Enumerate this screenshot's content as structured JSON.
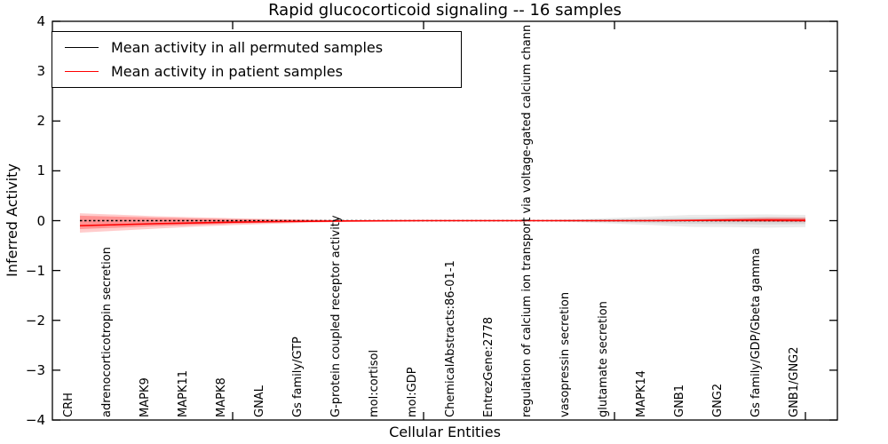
{
  "title": "Rapid glucocorticoid signaling -- 16 samples",
  "axes": {
    "x_label": "Cellular Entities",
    "y_label": "Inferred Activity",
    "y_ticks": {
      "values": [
        4,
        3,
        2,
        1,
        0,
        -1,
        -2,
        -3,
        -4
      ],
      "labels": [
        "4",
        "3",
        "2",
        "1",
        "0",
        "−1",
        "−2",
        "−3",
        "−4"
      ]
    },
    "x_tick_positions": [
      5,
      10,
      15,
      20
    ]
  },
  "legend": {
    "items": [
      {
        "label": "Mean activity in all permuted samples",
        "color": "#000000"
      },
      {
        "label": "Mean activity in patient samples",
        "color": "#ff0000"
      }
    ]
  },
  "chart_data": {
    "type": "line",
    "title": "Rapid glucocorticoid signaling -- 16 samples",
    "xlabel": "Cellular Entities",
    "ylabel": "Inferred Activity",
    "ylim": [
      -4,
      4
    ],
    "grid": false,
    "legend_position": "upper left",
    "categories": [
      "CRH",
      "adrenocorticotropin secretion",
      "MAPK9",
      "MAPK11",
      "MAPK8",
      "GNAL",
      "Gs family/GTP",
      "G-protein coupled receptor activity",
      "mol:cortisol",
      "mol:GDP",
      "ChemicalAbstracts:86-01-1",
      "EntrezGene:2778",
      "regulation of calcium ion transport via voltage-gated calcium chann",
      "vasopressin secretion",
      "glutamate secretion",
      "MAPK14",
      "GNB1",
      "GNG2",
      "Gs family/GDP/Gbeta gamma",
      "GNB1/GNG2"
    ],
    "series": [
      {
        "name": "Mean activity in all permuted samples",
        "color": "#000000",
        "line_style": "dashed",
        "values": [
          0,
          0,
          0,
          0,
          0,
          0,
          0,
          0,
          0,
          0,
          0,
          0,
          0,
          0,
          0,
          0,
          0,
          0,
          0,
          0
        ]
      },
      {
        "name": "Mean activity in patient samples",
        "color": "#ff0000",
        "line_style": "solid",
        "values": [
          -0.1,
          -0.08,
          -0.06,
          -0.045,
          -0.03,
          -0.02,
          -0.012,
          -0.006,
          -0.003,
          0,
          0,
          0,
          0,
          0,
          0,
          0,
          0.005,
          0.01,
          0.01,
          0.005
        ]
      }
    ],
    "bands": [
      {
        "name": "permuted-spread-outer",
        "color": "rgba(0,0,0,0.08)",
        "upper": [
          0,
          0,
          0,
          0,
          0,
          0,
          0,
          0,
          0,
          0,
          0,
          0,
          0.01,
          0.03,
          0.055,
          0.085,
          0.115,
          0.12,
          0.125,
          0.115
        ],
        "lower": [
          0,
          0,
          0,
          0,
          0,
          0,
          0,
          0,
          0,
          0,
          0,
          0,
          -0.01,
          -0.03,
          -0.06,
          -0.09,
          -0.125,
          -0.13,
          -0.14,
          -0.13
        ]
      },
      {
        "name": "permuted-spread-inner",
        "color": "rgba(0,0,0,0.08)",
        "upper": [
          0,
          0,
          0,
          0,
          0,
          0,
          0,
          0,
          0,
          0,
          0,
          0,
          0.005,
          0.015,
          0.03,
          0.045,
          0.06,
          0.065,
          0.07,
          0.06
        ],
        "lower": [
          0,
          0,
          0,
          0,
          0,
          0,
          0,
          0,
          0,
          0,
          0,
          0,
          -0.005,
          -0.015,
          -0.03,
          -0.05,
          -0.065,
          -0.07,
          -0.075,
          -0.07
        ]
      },
      {
        "name": "patient-spread-outer",
        "color": "rgba(255,0,0,0.20)",
        "upper": [
          0.15,
          0.12,
          0.09,
          0.07,
          0.05,
          0.035,
          0.022,
          0.012,
          0.008,
          0.006,
          0.005,
          0.005,
          0.005,
          0.005,
          0.005,
          0.008,
          0.02,
          0.05,
          0.07,
          0.07
        ],
        "lower": [
          -0.24,
          -0.2,
          -0.16,
          -0.12,
          -0.09,
          -0.065,
          -0.04,
          -0.025,
          -0.015,
          -0.01,
          -0.008,
          -0.008,
          -0.008,
          -0.008,
          -0.008,
          -0.01,
          -0.015,
          -0.02,
          -0.025,
          -0.03
        ]
      },
      {
        "name": "patient-spread-inner",
        "color": "rgba(255,0,0,0.28)",
        "upper": [
          0.1,
          0.08,
          0.06,
          0.045,
          0.032,
          0.022,
          0.014,
          0.008,
          0.005,
          0.004,
          0.003,
          0.003,
          0.003,
          0.003,
          0.003,
          0.005,
          0.012,
          0.03,
          0.045,
          0.045
        ],
        "lower": [
          -0.17,
          -0.14,
          -0.11,
          -0.085,
          -0.06,
          -0.042,
          -0.026,
          -0.015,
          -0.009,
          -0.006,
          -0.005,
          -0.005,
          -0.005,
          -0.005,
          -0.005,
          -0.006,
          -0.009,
          -0.012,
          -0.015,
          -0.018
        ]
      }
    ]
  }
}
